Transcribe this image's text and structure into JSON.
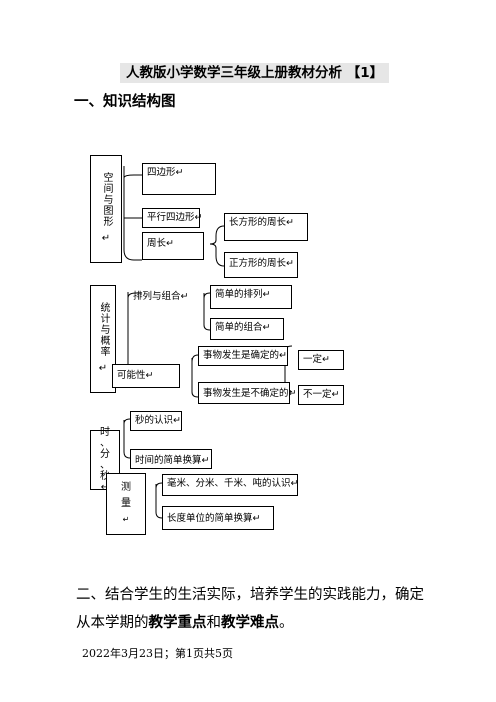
{
  "title": "人教版小学数学三年级上册教材分析 【1】",
  "heading1": "一、知识结构图",
  "diagram": {
    "space": {
      "label": "空间与图形",
      "mark": "↵",
      "items": [
        "四边形↵",
        "平行四边形↵",
        "周长↵"
      ],
      "perimeter_items": [
        "长方形的周长↵",
        "正方形的周长↵"
      ]
    },
    "stats": {
      "label": "统计与概率",
      "mark": "↵",
      "combo": "排列与组合↵",
      "combo_items": [
        "简单的排列↵",
        "简单的组合↵"
      ],
      "possibility": "可能性↵",
      "certain": "事物发生是确定的↵",
      "certain_items": [
        "一定↵",
        "不一定↵"
      ],
      "uncertain": "事物发生是不确定的↵"
    },
    "time": {
      "label": [
        "时",
        "、",
        "分",
        "、",
        "秒"
      ],
      "mark": "↵",
      "items": [
        "秒的认识↵",
        "时间的简单换算↵"
      ]
    },
    "measure": {
      "label": [
        "测",
        "量"
      ],
      "mark": "↵",
      "items": [
        "毫米、分米、千米、吨的认识↵",
        "长度单位的简单换算↵"
      ]
    }
  },
  "paragraph": {
    "text_before": "二、结合学生的生活实际，培养学生的实践能力，确定从本学期的",
    "bold1": "教学重点",
    "middle": "和",
    "bold2": "教学难点",
    "end": "。"
  },
  "footer": "2022年3月23日；第1页共5页"
}
